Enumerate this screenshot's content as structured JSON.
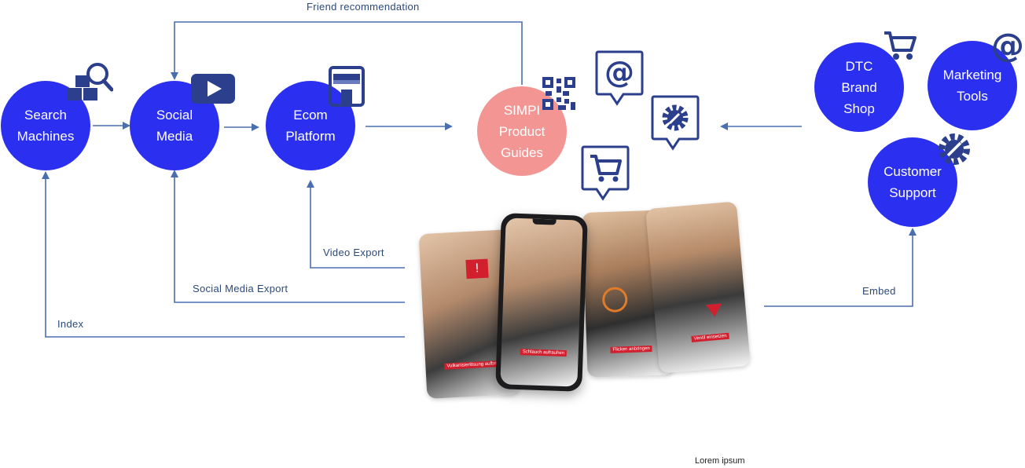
{
  "nodes": {
    "search": "Search\nMachines",
    "social": "Social\nMedia",
    "ecom": "Ecom\nPlatform",
    "simpi": "SIMPI\nProduct\nGuides",
    "dtc": "DTC\nBrand\nShop",
    "marketing": "Marketing\nTools",
    "support": "Customer\nSupport"
  },
  "edges": {
    "friend": "Friend recommendation",
    "video_export": "Video Export",
    "social_export": "Social Media Export",
    "index": "Index",
    "embed": "Embed"
  },
  "phone_labels": {
    "step1": "Vulkanisierlösung aufbringen",
    "step2": "Schlauch aufrauhen",
    "step3": "Flicken anbringen",
    "step4": "Ventil einsetzen"
  },
  "footer": "Lorem ipsum",
  "colors": {
    "node": "#2a2ff0",
    "simpi": "#f39593",
    "line": "#4a6fb0",
    "icon": "#2b3f8c"
  },
  "icons": [
    "search-boxes-icon",
    "video-play-icon",
    "storefront-icon",
    "qr-code-icon",
    "email-bubble-icon",
    "settings-bubble-icon",
    "cart-bubble-icon",
    "cart-icon",
    "email-icon",
    "gear-wrench-icon"
  ]
}
